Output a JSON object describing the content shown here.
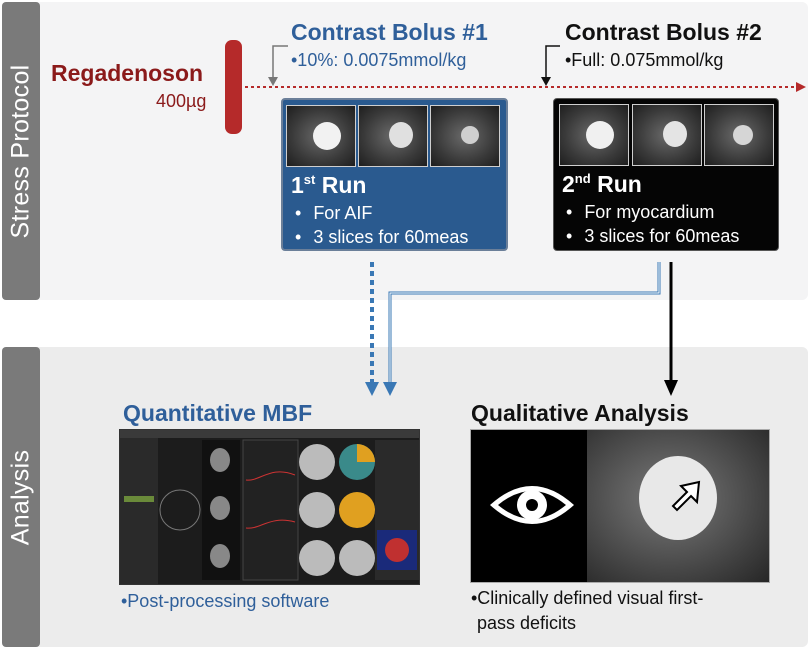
{
  "stress": {
    "tab_label": "Stress Protocol",
    "drug_name": "Regadenoson",
    "drug_dose": "400µg",
    "bolus1": {
      "title": "Contrast Bolus #1",
      "detail": "•10%: 0.0075mmol/kg"
    },
    "bolus2": {
      "title": "Contrast Bolus #2",
      "detail": "•Full: 0.075mmol/kg"
    },
    "run1": {
      "num": "1",
      "sup": "st",
      "word": "Run",
      "items": [
        "For AIF",
        "3 slices for 60meas"
      ]
    },
    "run2": {
      "num": "2",
      "sup": "nd",
      "word": "Run",
      "items": [
        "For myocardium",
        "3 slices for 60meas"
      ]
    }
  },
  "analysis": {
    "tab_label": "Analysis",
    "quant": {
      "title": "Quantitative MBF",
      "caption": "•Post-processing software"
    },
    "qual": {
      "title": "Qualitative Analysis",
      "caption_line1": "•Clinically defined visual first-",
      "caption_line2": "pass deficits"
    }
  },
  "colors": {
    "drug": "#8b1a1a",
    "accent_blue": "#2f5f9a",
    "run1_fill": "#2a5a8f",
    "run2_fill": "#050505",
    "timeline": "#b52a2a",
    "arrow_blue": "#3a78b5"
  },
  "icons": {
    "eye": "eye-icon",
    "arrow": "pointer-arrow-icon"
  }
}
